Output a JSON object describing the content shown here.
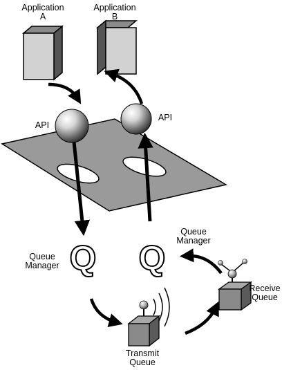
{
  "applications": [
    {
      "line1": "Application",
      "line2": "A"
    },
    {
      "line1": "Application",
      "line2": "B"
    }
  ],
  "api": {
    "left": "API",
    "right": "API"
  },
  "queue_manager_left": {
    "line1": "Queue",
    "line2": "Manager"
  },
  "queue_manager_right": {
    "line1": "Queue",
    "line2": "Manager"
  },
  "transmit_queue": {
    "line1": "Transmit",
    "line2": "Queue"
  },
  "receive_queue": {
    "line1": "Receive",
    "line2": "Queue"
  },
  "q_glyph": "Q"
}
